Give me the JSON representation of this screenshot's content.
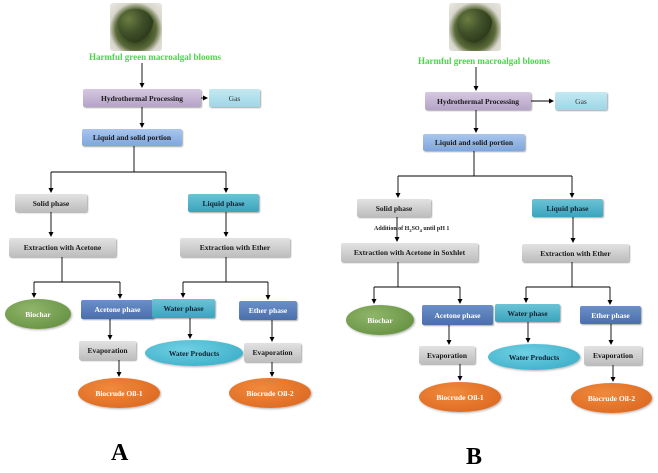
{
  "panels": [
    {
      "label": "A",
      "title": "Harmful green macroalgal blooms",
      "image_name": "green-algae-image",
      "nodes": {
        "hydro": "Hydrothermal Processing",
        "gas": "Gas",
        "liq_solid": "Liquid and solid portion",
        "solid": "Solid phase",
        "liquid": "Liquid phase",
        "ext_acetone": "Extraction with Acetone",
        "ext_ether": "Extraction with Ether",
        "biochar": "Biochar",
        "acetone_phase": "Acetone phase",
        "water_phase": "Water phase",
        "ether_phase": "Ether phase",
        "evap1": "Evaporation",
        "water_products": "Water Products",
        "evap2": "Evaporation",
        "oil1": "Biocrude Oil-1",
        "oil2": "Biocrude Oil-2"
      }
    },
    {
      "label": "B",
      "title": "Harmful green macroalgal blooms",
      "image_name": "green-algae-image",
      "note_prefix": "Addition of H",
      "note_sub1": "2",
      "note_mid": "SO",
      "note_sub2": "4",
      "note_suffix": " until pH 1",
      "nodes": {
        "hydro": "Hydrothermal Processing",
        "gas": "Gas",
        "liq_solid": "Liquid and solid portion",
        "solid": "Solid phase",
        "liquid": "Liquid phase",
        "ext_acetone": "Extraction with Acetone in Soxhlet",
        "ext_ether": "Extraction with Ether",
        "biochar": "Biochar",
        "acetone_phase": "Acetone phase",
        "water_phase": "Water phase",
        "ether_phase": "Ether phase",
        "evap1": "Evaporation",
        "water_products": "Water Products",
        "evap2": "Evaporation",
        "oil1": "Biocrude Oil-1",
        "oil2": "Biocrude Oil-2"
      }
    }
  ],
  "colors": {
    "title_green": "#48d648",
    "process_purple": "#b6a3c8",
    "gas_cyan": "#9fd6e6",
    "portion_blue": "#7fa6dc",
    "phase_grey": "#bdbdbd",
    "liquid_teal": "#3aa4bd",
    "subphase_navy": "#4a6fab",
    "biochar_green": "#5e8a39",
    "oil_orange": "#d9621c",
    "line": "#000000"
  }
}
